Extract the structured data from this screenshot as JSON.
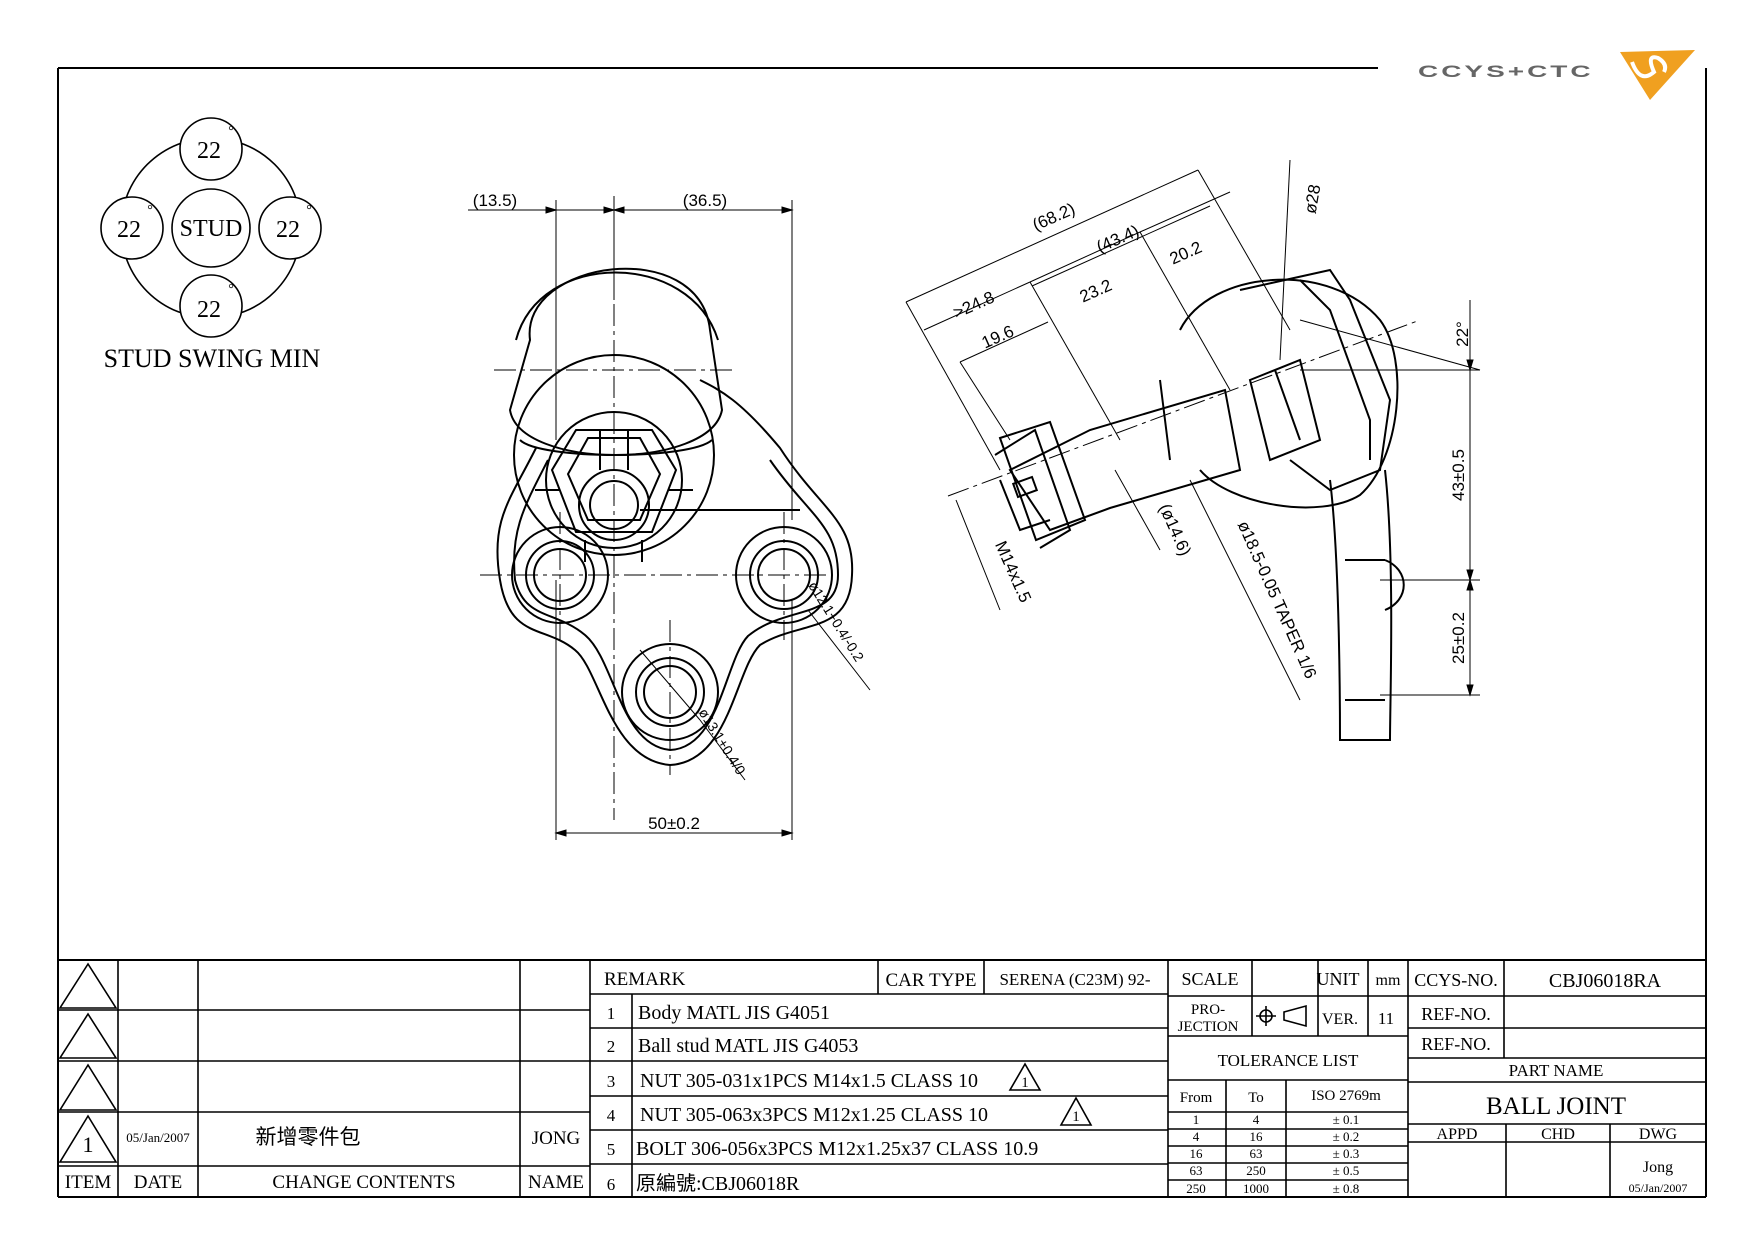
{
  "logo": {
    "text": "CCYS+CTC",
    "accent_color": "#f0a020",
    "text_color": "#666666"
  },
  "swing": {
    "center_label": "STUD",
    "top": "22",
    "left": "22",
    "right": "22",
    "bottom": "22",
    "degree_symbol": "°",
    "caption": "STUD SWING MIN"
  },
  "front_view": {
    "dims": {
      "left_ref": "(13.5)",
      "right_ref": "(36.5)",
      "bottom_width": "50±0.2",
      "hole_a": "ø12.1+0.4/-0.2",
      "hole_b": "ø13.1+0.4/0"
    }
  },
  "side_view": {
    "dims": {
      "overall": "(68.2)",
      "d434": "(43.4)",
      "d202": "20.2",
      "d248": ">24.8",
      "d232": "23.2",
      "d196": "19.6",
      "dia28": "ø28",
      "thread": "M14x1.5",
      "dia146": "(ø14.6)",
      "taper": "ø18.5-0.05 TAPER 1/6",
      "angle": "22°",
      "h43": "43±0.5",
      "h25": "25±0.2"
    }
  },
  "revisions": {
    "headers": {
      "item": "ITEM",
      "date": "DATE",
      "contents": "CHANGE CONTENTS",
      "name": "NAME"
    },
    "rows": [
      {
        "item": "",
        "date": "",
        "contents": "",
        "name": ""
      },
      {
        "item": "",
        "date": "",
        "contents": "",
        "name": ""
      },
      {
        "item": "",
        "date": "",
        "contents": "",
        "name": ""
      },
      {
        "item": "1",
        "date": "05/Jan/2007",
        "contents": "新增零件包",
        "name": "JONG"
      }
    ]
  },
  "remarks": {
    "header": "REMARK",
    "car_type_label": "CAR TYPE",
    "car_type_value": "SERENA (C23M) 92-",
    "items": [
      {
        "no": "1",
        "text": "Body MATL JIS G4051",
        "rev": ""
      },
      {
        "no": "2",
        "text": "Ball stud MATL JIS G4053",
        "rev": ""
      },
      {
        "no": "3",
        "text": "NUT 305-031x1PCS M14x1.5 CLASS 10",
        "rev": "1"
      },
      {
        "no": "4",
        "text": "NUT 305-063x3PCS M12x1.25 CLASS 10",
        "rev": "1"
      },
      {
        "no": "5",
        "text": "BOLT 306-056x3PCS M12x1.25x37 CLASS 10.9",
        "rev": ""
      },
      {
        "no": "6",
        "text": "原編號:CBJ06018R",
        "rev": ""
      }
    ]
  },
  "scale_block": {
    "scale_label": "SCALE",
    "scale_value": "",
    "unit_label": "UNIT",
    "unit_value": "mm",
    "projection_label_1": "PRO-",
    "projection_label_2": "JECTION",
    "ver_label": "VER.",
    "ver_value": "11"
  },
  "tolerance": {
    "title": "TOLERANCE LIST",
    "col_from": "From",
    "col_to": "To",
    "col_iso": "ISO 2769m",
    "rows": [
      {
        "from": "1",
        "to": "4",
        "tol": "± 0.1"
      },
      {
        "from": "4",
        "to": "16",
        "tol": "± 0.2"
      },
      {
        "from": "16",
        "to": "63",
        "tol": "± 0.3"
      },
      {
        "from": "63",
        "to": "250",
        "tol": "± 0.5"
      },
      {
        "from": "250",
        "to": "1000",
        "tol": "± 0.8"
      }
    ]
  },
  "title_block": {
    "ccys_label": "CCYS-NO.",
    "ccys_value": "CBJ06018RA",
    "ref1_label": "REF-NO.",
    "ref1_value": "",
    "ref2_label": "REF-NO.",
    "ref2_value": "",
    "part_name_label": "PART NAME",
    "part_name_value": "BALL JOINT",
    "appd": "APPD",
    "chd": "CHD",
    "dwg": "DWG",
    "drawn_by": "Jong",
    "drawn_date": "05/Jan/2007"
  }
}
